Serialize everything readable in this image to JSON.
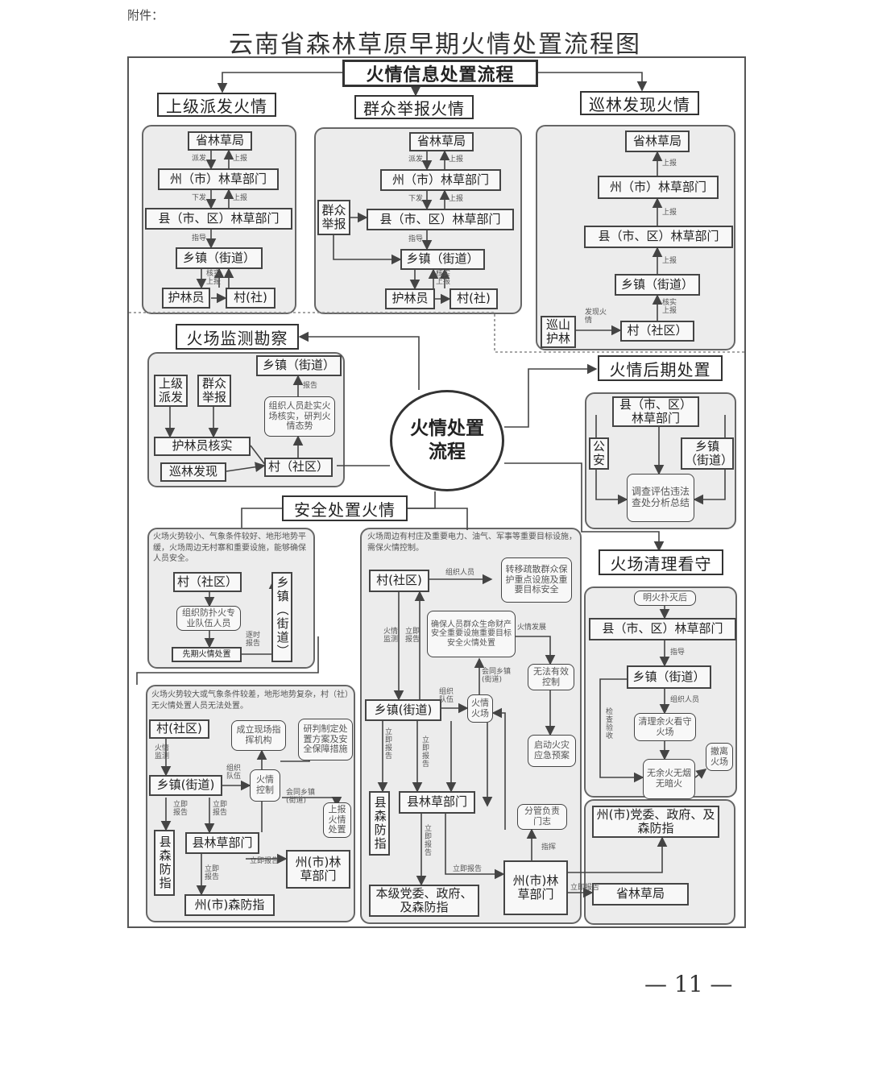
{
  "attachment_label": "附件：",
  "title": "云南省森林草原早期火情处置流程图",
  "center": "火情处置流程",
  "page_number": "— 11 —",
  "info": {
    "title": "火情信息处置流程",
    "superior": {
      "heading": "上级派发火情",
      "province": "省林草局",
      "prefecture": "州（市）林草部门",
      "county": "县（市、区）林草部门",
      "township": "乡镇（街道）",
      "ranger": "护林员",
      "village": "村(社)",
      "labels": [
        "派发",
        "上报",
        "下发",
        "上报",
        "指导",
        "核实",
        "上报"
      ]
    },
    "public": {
      "heading": "群众举报火情",
      "province": "省林草局",
      "prefecture": "州（市）林草部门",
      "county": "县（市、区）林草部门",
      "report": "群众举报",
      "township": "乡镇（街道）",
      "ranger": "护林员",
      "village": "村(社)",
      "labels": [
        "派发",
        "上报",
        "下发",
        "上报",
        "指导",
        "核实",
        "上报"
      ]
    },
    "patrol": {
      "heading": "巡林发现火情",
      "province": "省林草局",
      "prefecture": "州（市）林草部门",
      "county": "县（市、区）林草部门",
      "township": "乡镇（街道）",
      "patroller": "巡山护林",
      "village": "村（社区）",
      "labels": [
        "上报",
        "上报",
        "上报",
        "核实上报",
        "发现火情"
      ]
    }
  },
  "monitor": {
    "heading": "火场监测勘察",
    "superior": "上级派发",
    "report": "群众举报",
    "township": "乡镇（街道）",
    "organize": "组织人员赴实火场核实，研判火情态势",
    "verify": "护林员核实",
    "patrol": "巡林发现",
    "village": "村（社区）",
    "labels": [
      "报告"
    ]
  },
  "after": {
    "heading": "火情后期处置",
    "county": "县（市、区）林草部门",
    "police": "公安",
    "township": "乡镇（街道）",
    "investigate": "调查评估违法查处分析总结"
  },
  "safe": {
    "heading": "安全处置火情",
    "caseA": {
      "note": "火场火势较小、气象条件较好、地形地势平缓，火场周边无村寨和重要设施，能够确保人员安全。",
      "village": "村（社区）",
      "township": "乡镇（街道）",
      "organize": "组织防扑火专业队伍人员",
      "handle": "先期火情处置",
      "labels": [
        "逐时报告"
      ]
    },
    "caseB": {
      "note": "火场火势较大或气象条件较差，地形地势复杂，村（社）无火情处置人员无法处置。",
      "village": "村(社区)",
      "township": "乡镇(街道)",
      "county_fp": "县森防指",
      "county_forest": "县林草部门",
      "pref_forest": "州(市)林草部门",
      "pref_fp": "州(市)森防指",
      "site_cmd": "成立现场指挥机构",
      "plan": "研判制定处置方案及安全保障措施",
      "fire_control": "火情控制",
      "unable": "上报火情处置",
      "labels": [
        "火情监测",
        "组织队伍",
        "立即报告",
        "立即报告",
        "立即报告",
        "立即报告",
        "会同乡镇(街道)"
      ]
    },
    "caseC": {
      "note": "火场周边有村庄及重要电力、油气、军事等重要目标设施，需保火情控制。",
      "village": "村(社区)",
      "key_targets": "转移疏散群众保护重点设施及重要目标安全",
      "protect": "确保人员群众生命财产安全重要设施重要目标安全火情处置",
      "unable": "无法有效控制",
      "emergency": "启动火灾应急预案",
      "township": "乡镇(街道)",
      "fire_site": "火情火场",
      "county_fp": "县森防指",
      "county_forest": "县林草部门",
      "local_gov": "本级党委、政府、及森防指",
      "pref_forest": "州(市)林草部门",
      "province": "省林草局",
      "dept": "分管负责门志",
      "pref_gov": "州(市)党委、政府、及森防指",
      "labels": [
        "组织人员",
        "火情监测",
        "立即报告",
        "立即报告",
        "组织队伍",
        "立即报告",
        "立即报告",
        "立即报告",
        "立即报告",
        "指挥",
        "会同乡镇(街道)",
        "火情发展"
      ]
    }
  },
  "cleanup": {
    "heading": "火场清理看守",
    "fire_out": "明火扑灭后",
    "county": "县（市、区）林草部门",
    "township": "乡镇（街道）",
    "clean": "清理余火看守火场",
    "none": "无余火无烟无暗火",
    "leave": "撤离火场",
    "labels": [
      "指导",
      "组织人员",
      "检查验收"
    ]
  }
}
